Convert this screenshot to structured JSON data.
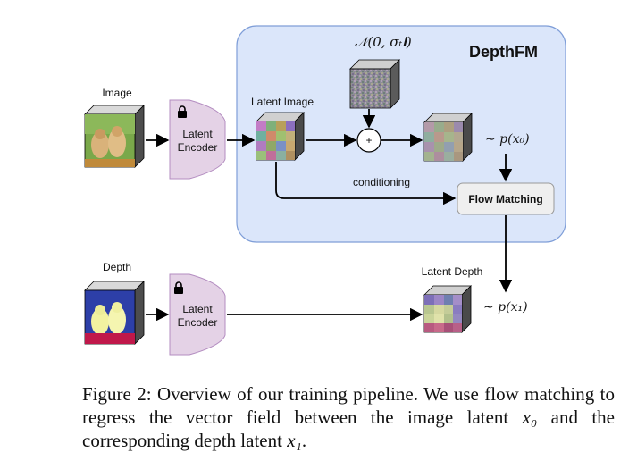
{
  "diagram": {
    "panel_title": "DepthFM",
    "noise_label": "𝒩(0, σₜ𝐈)",
    "image_label": "Image",
    "depth_label": "Depth",
    "latent_image_label": "Latent Image",
    "latent_depth_label": "Latent Depth",
    "encoder_top": {
      "line1": "Latent",
      "line2": "Encoder"
    },
    "encoder_bottom": {
      "line1": "Latent",
      "line2": "Encoder"
    },
    "plus_symbol": "+",
    "conditioning_label": "conditioning",
    "flow_matching_label": "Flow Matching",
    "px0_label": "∼ p(x₀)",
    "px1_label": "∼ p(x₁)",
    "colors": {
      "panel_fill": "#dbe6fa",
      "panel_border": "#7f9ed8",
      "encoder_fill": "#e4d2e6",
      "encoder_border": "#b38cc0",
      "fm_fill": "#efefef",
      "fm_border": "#999999",
      "depth_bg": "#2d3fa8",
      "depth_fg": "#f2f2a0",
      "depth_floor": "#c0184a"
    },
    "icons": [
      "lock-icon",
      "lock-icon",
      "plus-icon"
    ]
  },
  "caption": {
    "prefix": "Figure 2: Overview of our training pipeline. We use flow matching to regress the vector field between the image latent ",
    "var0": "x₀",
    "middle": " and the corresponding depth latent ",
    "var1": "x₁",
    "suffix": "."
  }
}
